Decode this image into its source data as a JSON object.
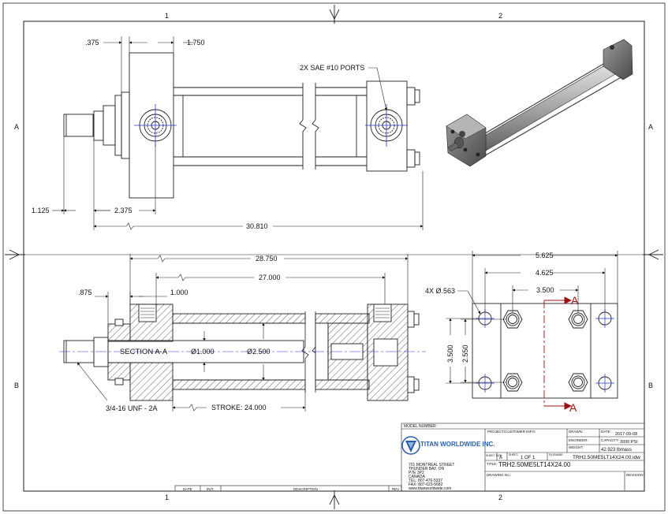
{
  "zones": {
    "col1": "1",
    "col2": "2",
    "row_a_left": "A",
    "row_a_right": "A",
    "row_b_left": "B",
    "row_b_right": "B",
    "col1_bottom": "1",
    "col2_bottom": "2"
  },
  "top_view": {
    "dim_375": ".375",
    "dim_1750": "1.750",
    "ports_label": "2X SAE #10 PORTS",
    "dim_1125": "1.125",
    "dim_2375": "2.375",
    "dim_30810": "30.810"
  },
  "section_view": {
    "dim_28750": "28.750",
    "dim_27000": "27.000",
    "dim_875": ".875",
    "dim_1000": "1.000",
    "section_label": "SECTION A-A",
    "rod_dia": "Ø1.000",
    "bore_dia": "Ø2.500",
    "thread_label": "3/4-16 UNF - 2A",
    "stroke_label": "STROKE: 24.000"
  },
  "end_view": {
    "dim_5625": "5.625",
    "dim_4625": "4.625",
    "dim_3500_h": "3.500",
    "hole_label": "4X Ø.563",
    "dim_3500_v": "3.500",
    "dim_2550": "2.550",
    "section_marker_top": "A",
    "section_marker_bottom": "A"
  },
  "title_block": {
    "model_number_label": "MODEL NUMBER:",
    "company_name": "TITAN WORLDWIDE INC.",
    "address_line1": "701 MONTREAL STREET",
    "address_line2": "THUNDER BAY, ON",
    "address_line3": "P7E 3P2",
    "address_line4": "CANADA",
    "phone": "TEL: 807-476-5337",
    "fax": "FAX: 807-623-5682",
    "website": "www.titanworldwide.com",
    "project_label": "PROJECT/CUSTOMER INFO:",
    "drawn_label": "DRAWN:",
    "date_label": "DATE:",
    "date_value": "2017-09-08",
    "engineer_label": "ENGINEER:",
    "capacity_label": "CAPACITY:",
    "capacity_value": "3000 PSI",
    "weight_label": "WEIGHT:",
    "weight_value": "42.923 lbmass",
    "sheet_size_label": "SHEET SIZE:",
    "sheet_size_value": "A",
    "sheet_label": "SHEET:",
    "sheet_value": "1 OF 1",
    "filename_label": "FILENAME:",
    "filename_value": "TRH2.50ME5LT14X24.00.idw",
    "title_label": "TITLE:",
    "title_value": "TRH2.50ME5LT14X24.00",
    "drawing_no_label": "DRAWING No.:",
    "revision_label": "REVISION:"
  },
  "revision_block": {
    "date_col": "DATE",
    "init_col": "INIT.",
    "description_col": "DESCRIPTION",
    "rev_col": "REV"
  },
  "colors": {
    "line": "#222222",
    "centerline": "#2233cc",
    "section_marker": "#a01010",
    "logo_blue": "#2a5fa8"
  }
}
